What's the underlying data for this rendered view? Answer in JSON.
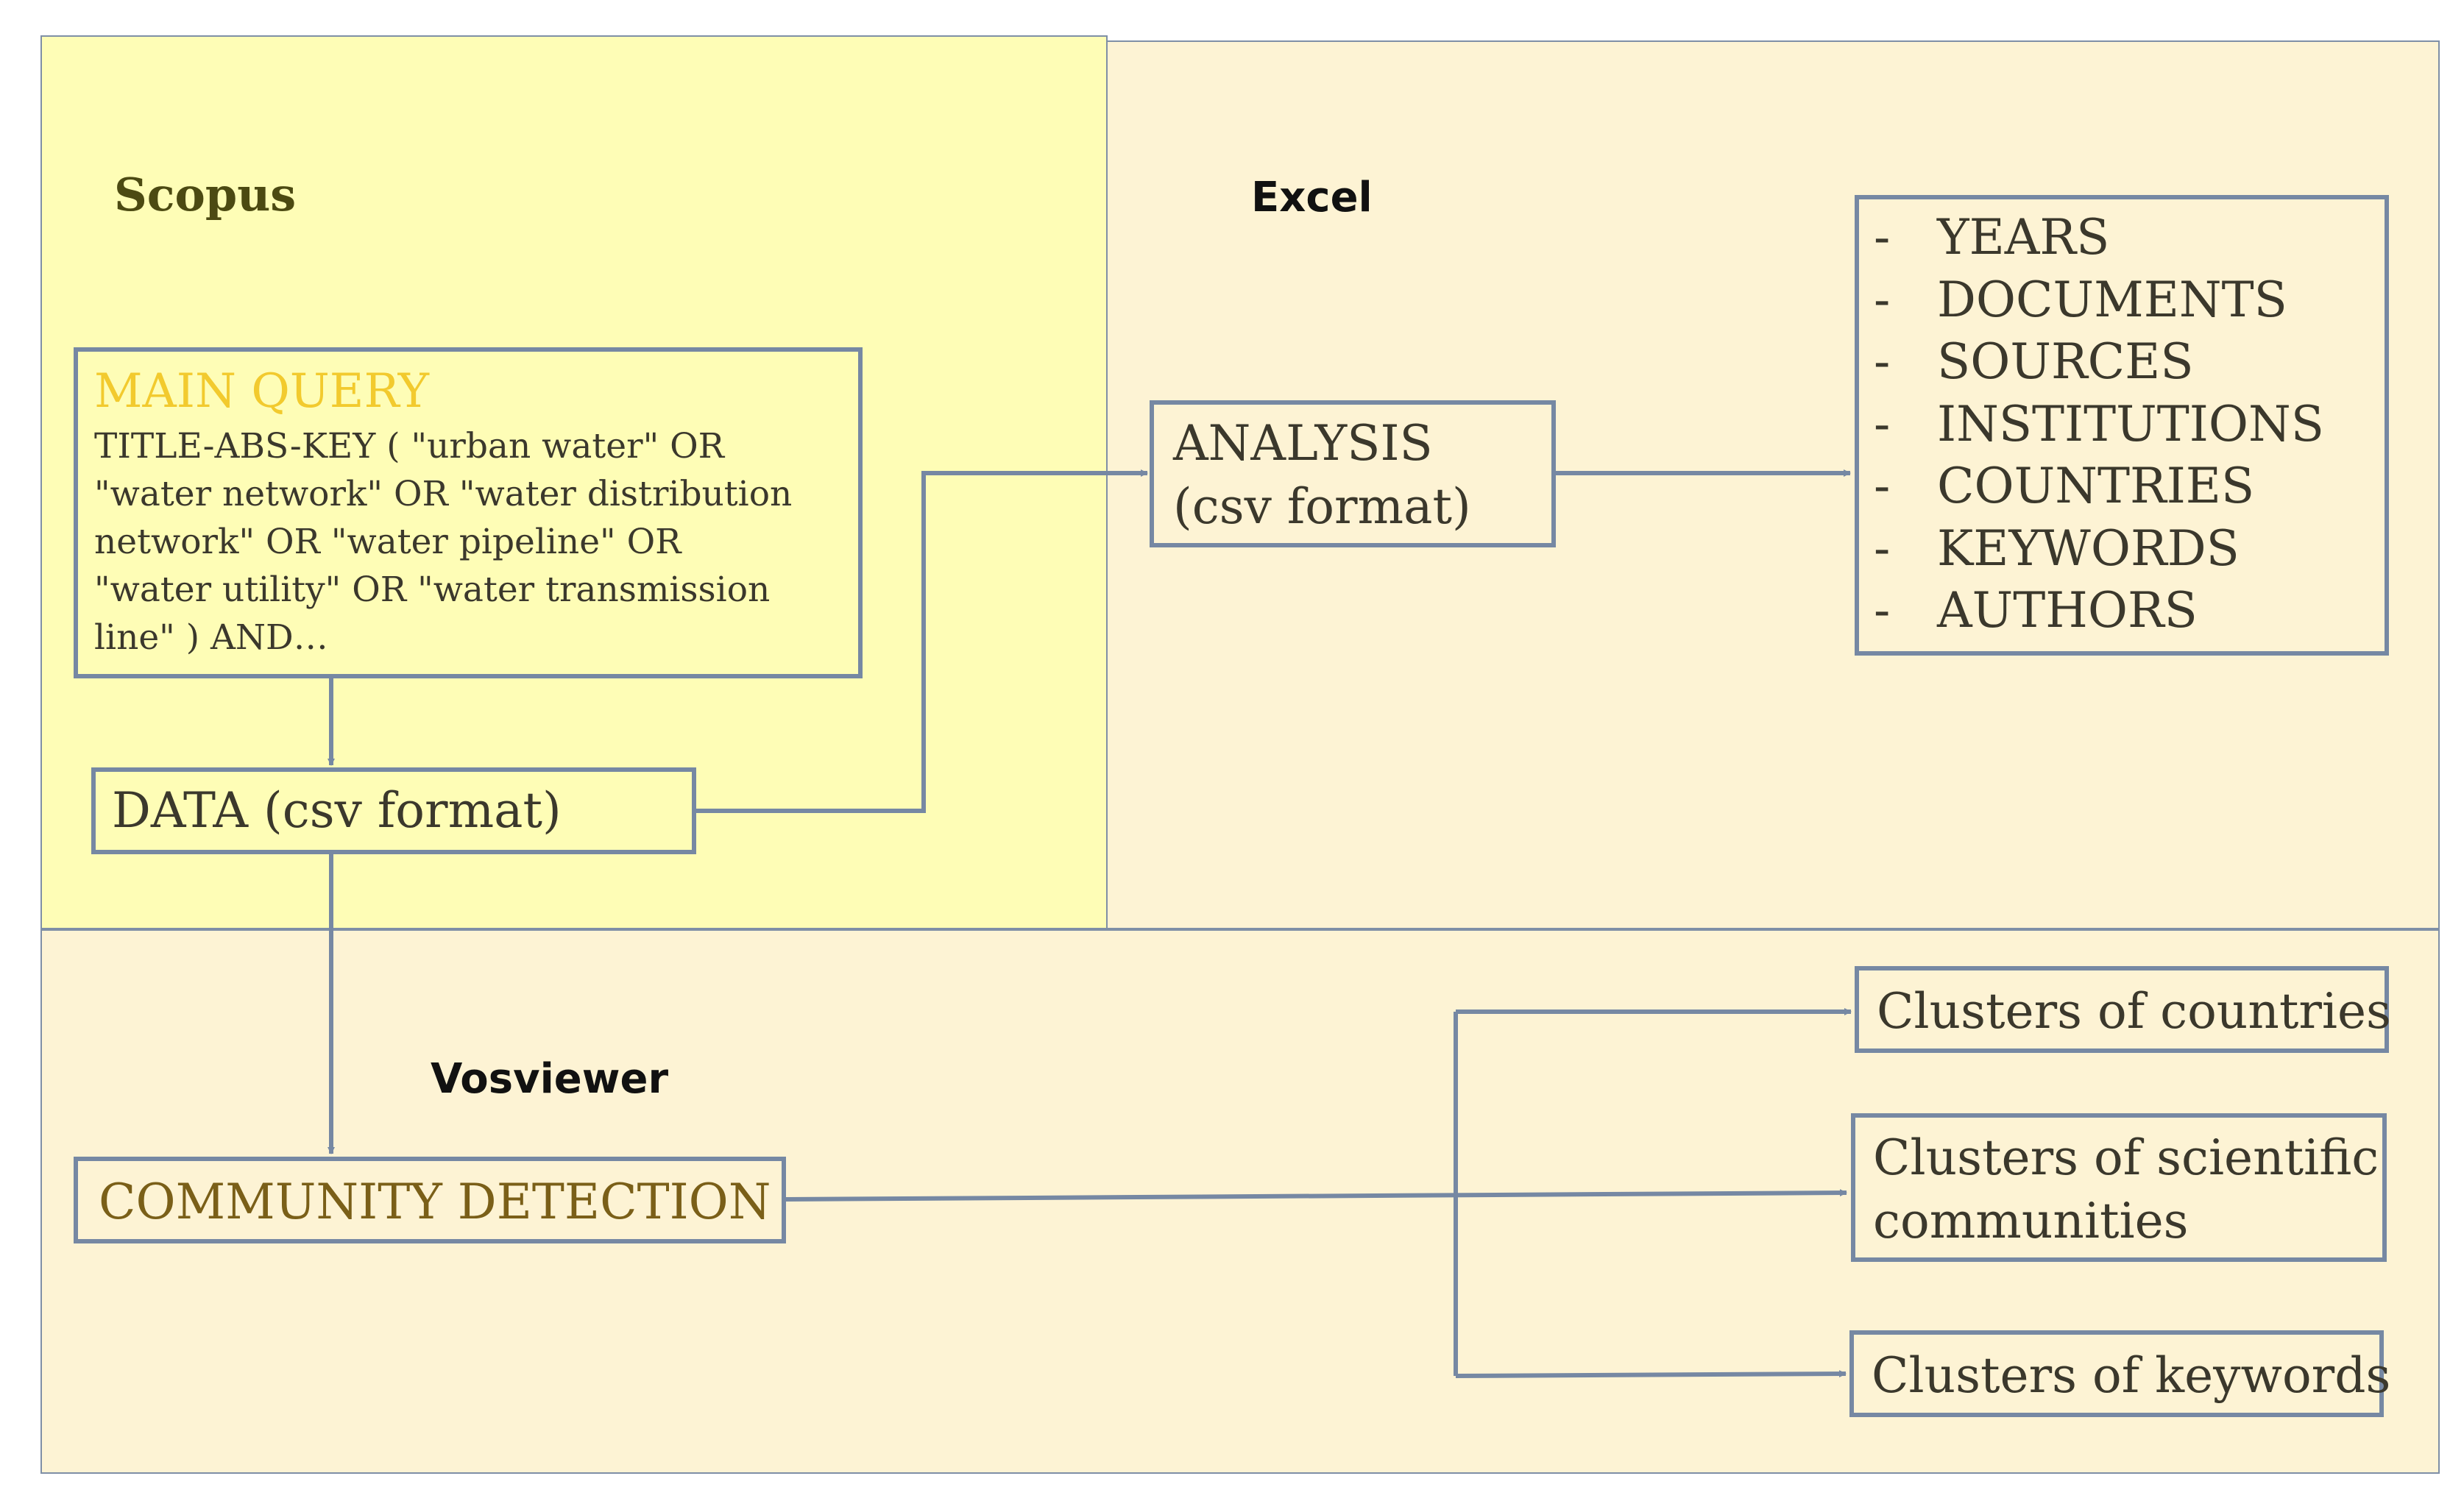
{
  "regions": {
    "scopus": "Scopus",
    "excel": "Excel",
    "vosviewer": "Vosviewer"
  },
  "main_query": {
    "heading": "MAIN QUERY",
    "text": "TITLE-ABS-KEY ( \"urban water\"  OR\n\"water network\"  OR  \"water distribution\nnetwork\"  OR  \"water pipeline\"  OR\n\"water utility\"  OR  \"water transmission\nline\" )  AND…"
  },
  "data_box": "DATA (csv format)",
  "analysis": {
    "line1": "ANALYSIS",
    "line2": "(csv format)"
  },
  "output_list": {
    "dash": "-",
    "items": [
      "YEARS",
      "DOCUMENTS",
      "SOURCES",
      "INSTITUTIONS",
      "COUNTRIES",
      "KEYWORDS",
      "AUTHORS"
    ]
  },
  "community_detection": "COMMUNITY DETECTION",
  "clusters": {
    "countries": "Clusters of countries",
    "communities_line1": "Clusters of scientific",
    "communities_line2": "communities",
    "keywords": "Clusters of keywords"
  },
  "colors": {
    "scopus_bg": "#fefdb6",
    "excel_bg": "#fdf3d4",
    "box_border": "#7688a3",
    "main_query_heading": "#f2ca2e",
    "community_text": "#7a5f18"
  }
}
